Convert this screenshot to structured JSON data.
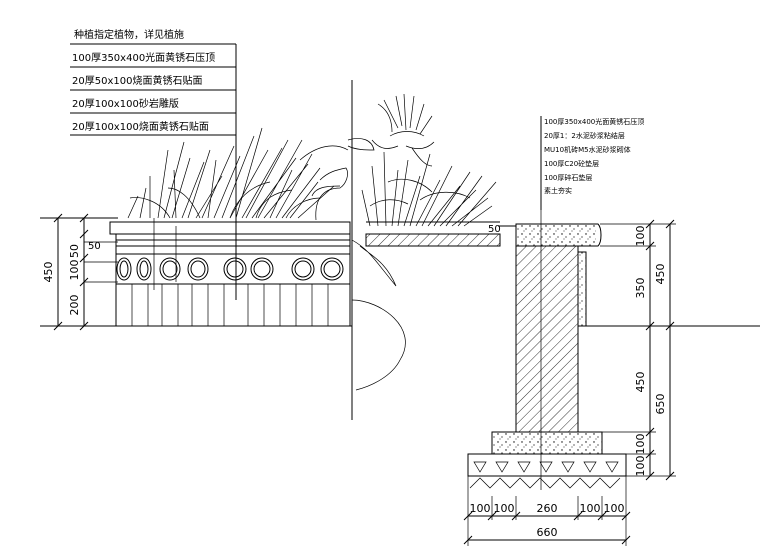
{
  "left_notes": {
    "heading": "种植指定植物，详见植施",
    "rows": [
      "100厚350x400光面黄锈石压顶",
      "20厚50x100烧面黄锈石贴面",
      "20厚100x100砂岩雕版",
      "20厚100x100烧面黄锈石贴面"
    ]
  },
  "right_notes": {
    "rows": [
      "100厚350x400光面黄锈石压顶",
      "20厚1：2水泥砂浆粘结层",
      "MU10机砖M5水泥砂浆砌体",
      "100厚C20砼垫层",
      "100厚碎石垫层",
      "素土夯实"
    ]
  },
  "elevation_dims": {
    "total": "450",
    "parts": [
      "50",
      "100",
      "100",
      "200"
    ]
  },
  "section_dims": {
    "top_label": "50",
    "right_upper": [
      "100",
      "350"
    ],
    "right_upper_total": "450",
    "right_lower": [
      "450",
      "100",
      "100"
    ],
    "right_lower_total": "650",
    "bottom_parts": [
      "100",
      "100",
      "260",
      "100",
      "100"
    ],
    "bottom_total": "660"
  },
  "colors": {
    "line": "#000000",
    "background": "#ffffff"
  }
}
